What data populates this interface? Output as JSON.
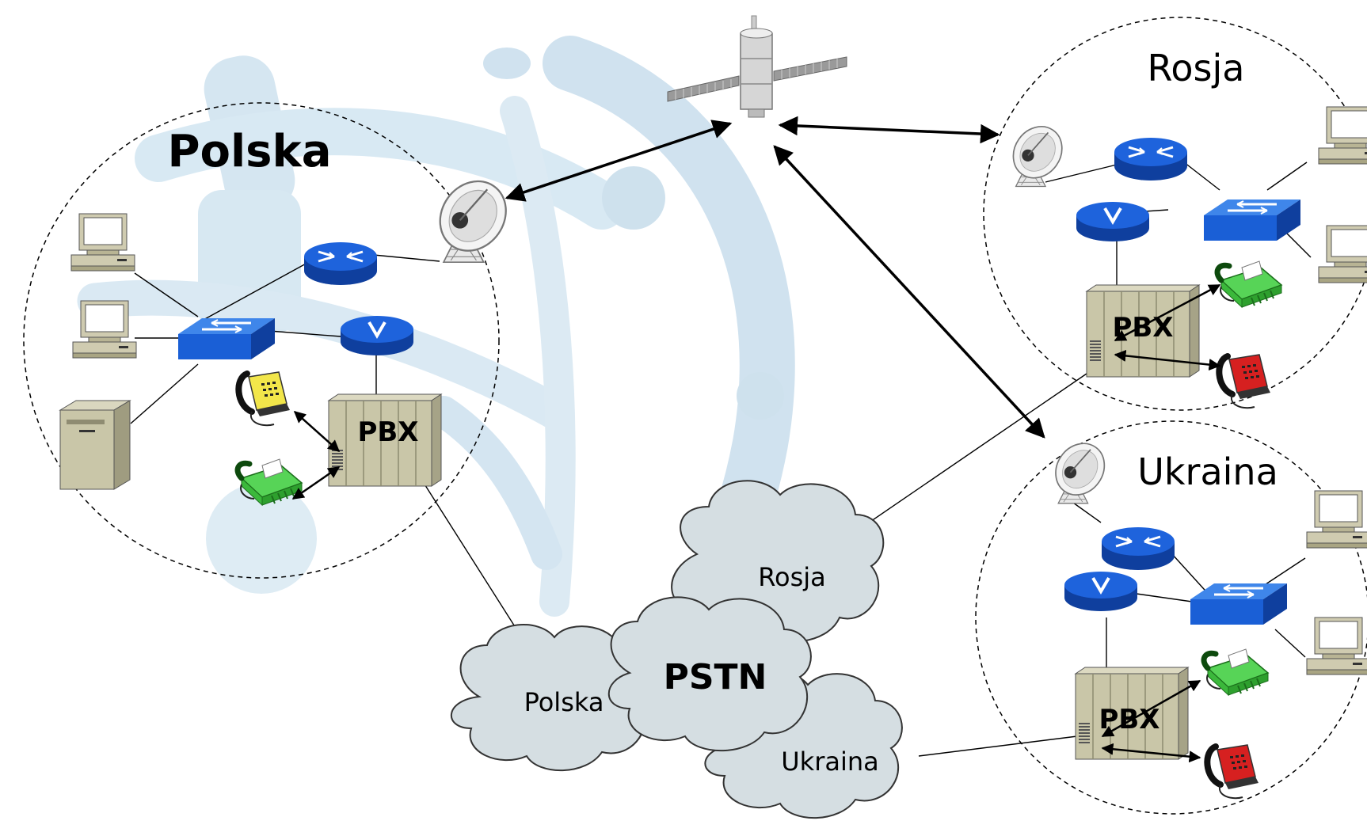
{
  "regions": {
    "polska": "Polska",
    "rosja": "Rosja",
    "ukraina": "Ukraina"
  },
  "pbx_label": "PBX",
  "pstn": {
    "center": "PSTN",
    "polska": "Polska",
    "rosja": "Rosja",
    "ukraina": "Ukraina"
  },
  "icons": [
    "satellite-icon",
    "satellite-dish-icon",
    "router-icon",
    "voice-router-icon",
    "switch-icon",
    "computer-icon",
    "server-icon",
    "pbx-icon",
    "phone-icon",
    "fax-icon",
    "cloud-icon"
  ],
  "colors": {
    "device_blue": "#1a5fd6",
    "pbx": "#c9c6a8",
    "computer": "#d6d3b4",
    "cloud": "#d5dee2",
    "phone_yellow": "#f2e64a",
    "phone_red": "#d62020",
    "fax_green": "#4ed14e",
    "background_art": "#b9d7ea"
  }
}
